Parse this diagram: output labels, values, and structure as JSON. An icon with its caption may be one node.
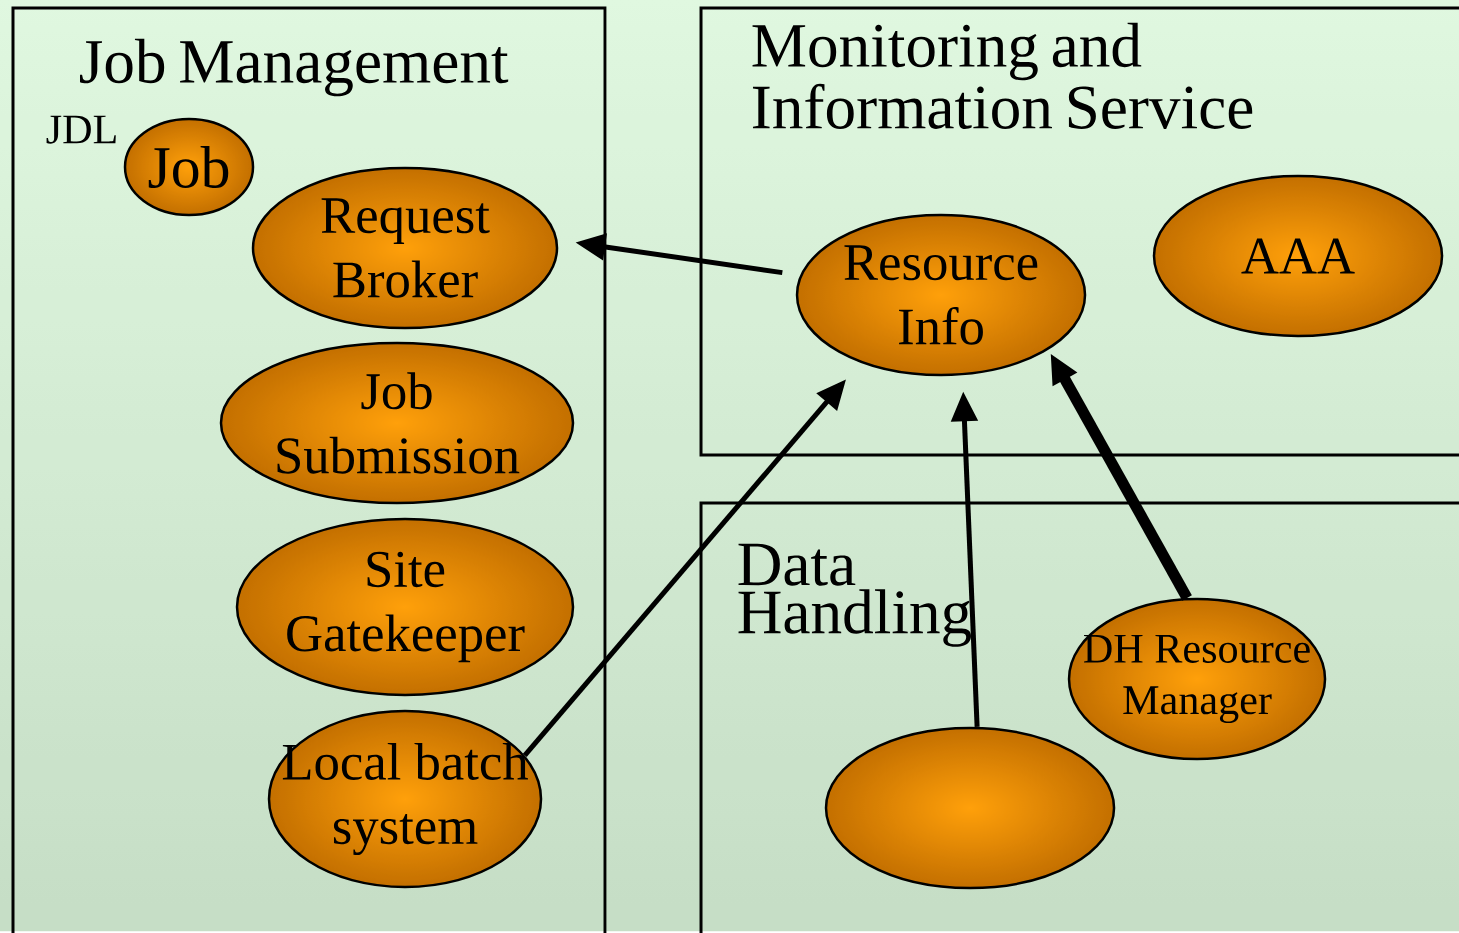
{
  "diagram": {
    "nodes": [
      {
        "text": [
          "Job Management"
        ]
      },
      {
        "text": [
          "Job"
        ],
        "in": 0,
        "beside": [
          "JDL"
        ]
      },
      {
        "text": [
          "Request Broker"
        ],
        "in": 0
      },
      {
        "text": [
          "Job Submission"
        ],
        "in": 0
      },
      {
        "text": [
          "Site Gatekeeper"
        ],
        "in": 0
      },
      {
        "text": [
          "Local batch system"
        ],
        "in": 0
      },
      {
        "text": [
          "Monitoring and Information Service"
        ]
      },
      {
        "text": [
          "Resource Info"
        ],
        "in": 6
      },
      {
        "text": [
          "AAA"
        ],
        "in": 6
      },
      {
        "text": [
          "Data Handling"
        ]
      },
      {
        "text": [],
        "shape": "ellipse",
        "in": 9
      },
      {
        "text": [
          "DH Resource Manager"
        ],
        "in": 9
      }
    ],
    "edges": [
      {
        "from": 7,
        "to": 2,
        "arrow": "to"
      },
      {
        "from": 5,
        "to": 7,
        "arrow": "to"
      },
      {
        "from": 10,
        "to": 7,
        "arrow": "to"
      },
      {
        "from": 11,
        "to": 7,
        "arrow": "to",
        "style": "thick"
      }
    ]
  }
}
